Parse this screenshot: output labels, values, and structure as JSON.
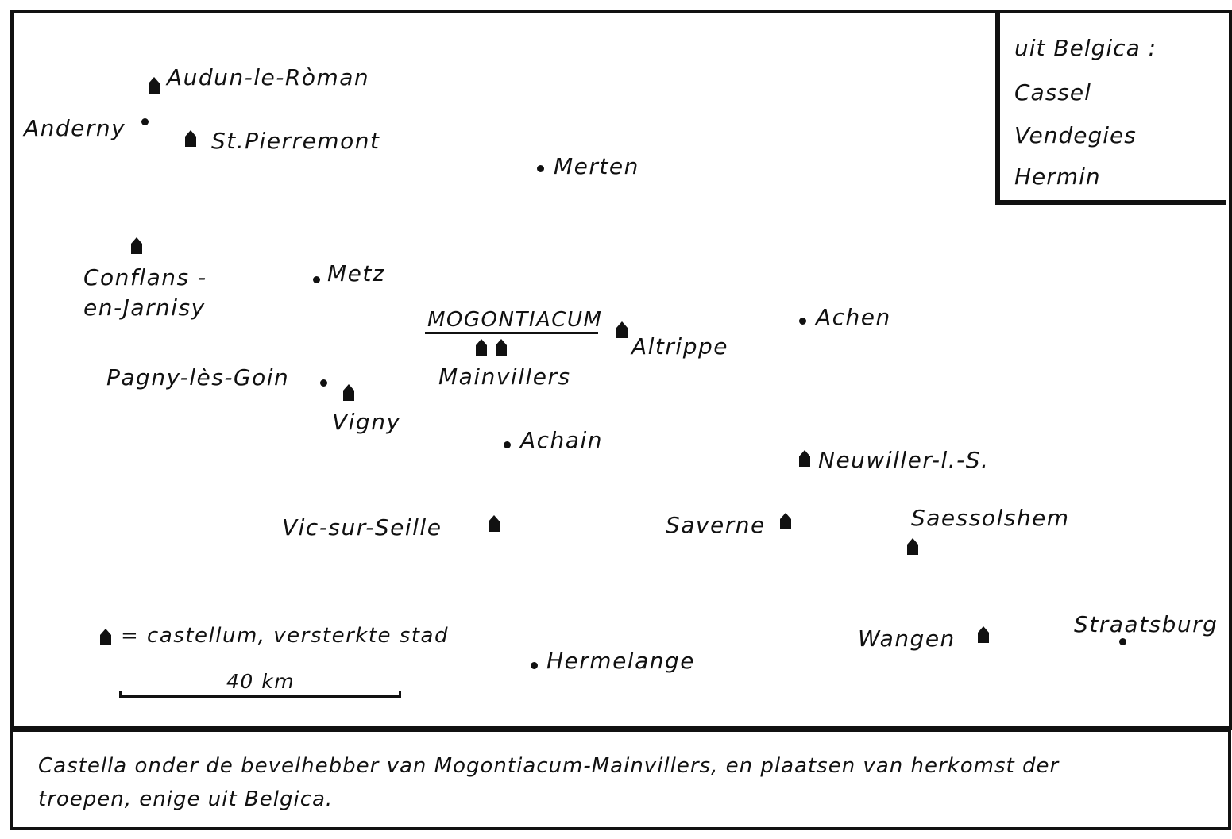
{
  "inset": {
    "title": "uit Belgica :",
    "places": [
      "Cassel",
      "Vendegies",
      "Hermin"
    ]
  },
  "places": {
    "audun": "Audun-le-Ròman",
    "anderny": "Anderny",
    "stpierremont": "St.Pierremont",
    "merten": "Merten",
    "conflans1": "Conflans -",
    "conflans2": "en-Jarnisy",
    "metz": "Metz",
    "mogontiacum": "MOGONTIACUM",
    "mainvillers": "Mainvillers",
    "altrippe": "Altrippe",
    "achen": "Achen",
    "pagny": "Pagny-lès-Goin",
    "vigny": "Vigny",
    "achain": "Achain",
    "neuwiller": "Neuwiller-l.-S.",
    "vic": "Vic-sur-Seille",
    "saverne": "Saverne",
    "saessolshem": "Saessolshem",
    "wangen": "Wangen",
    "straatsburg": "Straatsburg",
    "hermelange": "Hermelange"
  },
  "legend": {
    "castellum": "= castellum, versterkte stad"
  },
  "scale": {
    "label": "40 km",
    "km": 40
  },
  "caption": {
    "line1": "Castella onder de bevelhebber van Mogontiacum-Mainvillers, en plaatsen van herkomst der",
    "line2": "troepen, enige uit Belgica."
  }
}
